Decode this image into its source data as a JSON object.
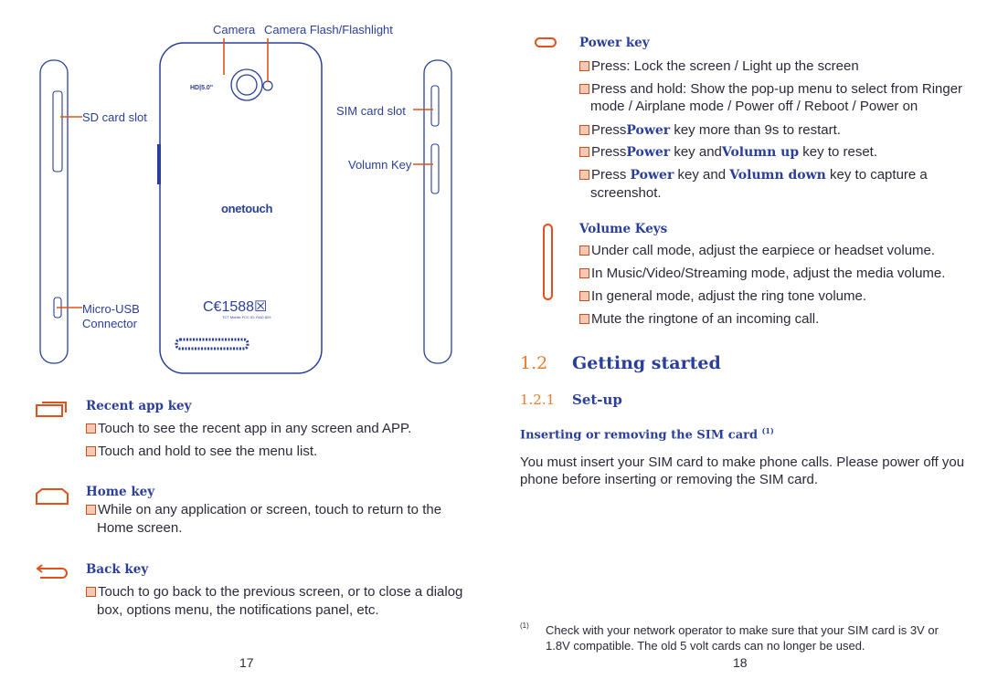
{
  "left_page": {
    "callouts": {
      "camera": "Camera",
      "flash": "Camera Flash/Flashlight",
      "sd_slot": "SD card slot",
      "sim_slot": "SIM card slot",
      "volume_key": "Volumn Key",
      "micro_usb_1": "Micro-USB",
      "micro_usb_2": "Connector"
    },
    "phone_marks": {
      "hd_badge": "HD|5.0\"",
      "brand": "onetouch",
      "ce_mark": "C€1588☒",
      "fine_print": "TCT Mobile  FCC ID: RAD 829"
    },
    "recent_key": {
      "title": "Recent app key",
      "line1": "Touch to see the recent app in any screen and APP.",
      "line2": "Touch and hold to see the menu list."
    },
    "home_key": {
      "title": "Home key",
      "line1": "While on any application or screen, touch to return to the",
      "line1b": "Home screen."
    },
    "back_key": {
      "title": "Back key",
      "line1": "Touch to go back to the previous screen, or to close a dialog",
      "line1b": "box, options menu, the notifications panel, etc."
    },
    "page_number": "17"
  },
  "right_page": {
    "power_key": {
      "title": "Power  key",
      "b1": "Press: Lock the screen / Light up the screen",
      "b2a": "Press and hold: Show the pop-up menu to select from Ringer",
      "b2b": "mode / Airplane mode / Power off / Reboot / Power on",
      "b3_pre": "Press",
      "b3_key": "Power",
      "b3_post": " key more than 9s to restart.",
      "b4_pre": "Press",
      "b4_key": "Power",
      "b4_mid": " key and",
      "b4_key2": "Volumn up",
      "b4_post": " key to reset.",
      "b5_pre": "Press ",
      "b5_key": "Power",
      "b5_mid": "  key  and ",
      "b5_key2": "Volumn  down",
      "b5_post": "  key  to  capture  a",
      "b5b": "screenshot."
    },
    "volume_keys": {
      "title": "Volume Keys",
      "b1": "Under call mode, adjust the earpiece or headset volume.",
      "b2": "In Music/Video/Streaming mode, adjust the media volume.",
      "b3": "In general mode, adjust the ring tone volume.",
      "b4": "Mute the ringtone of an incoming call."
    },
    "section": {
      "number": "1.2",
      "title": "Getting started"
    },
    "subsection": {
      "number": "1.2.1",
      "title": "Set-up"
    },
    "sim_heading": "Inserting or removing the SIM card",
    "sim_heading_sup": "(1)",
    "sim_para1": "You must insert your SIM card to make phone calls. Please power off you",
    "sim_para2": "phone before inserting or removing the SIM card.",
    "footnote_mark": "(1)",
    "footnote1": "Check with your network operator to make sure that your SIM card is 3V or",
    "footnote2": "1.8V compatible. The old 5 volt cards can no longer be used.",
    "page_number": "18"
  }
}
